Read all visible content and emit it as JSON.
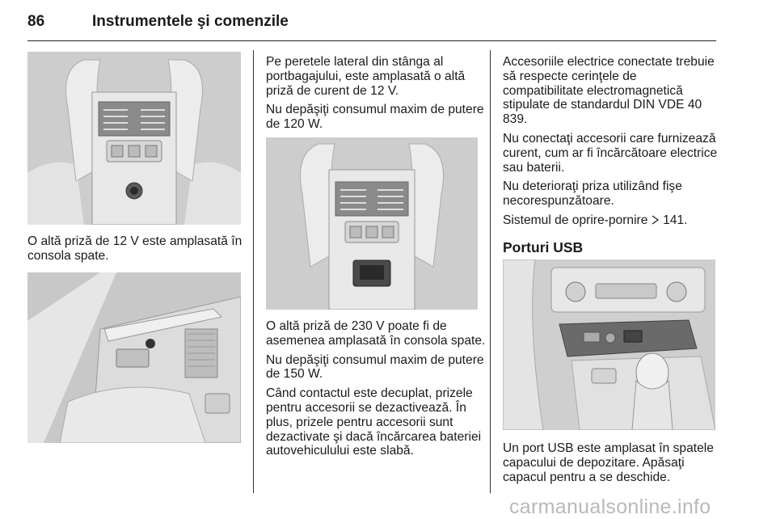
{
  "header": {
    "page_number": "86",
    "chapter_title": "Instrumentele şi comenzile"
  },
  "column1": {
    "caption1": "O altă priză de 12 V este amplasată în consola spate."
  },
  "column2": {
    "para1": "Pe peretele lateral din stânga al portbagajului, este amplasată o altă priză de curent de 12 V.",
    "para2": "Nu depăşiţi consumul maxim de putere de 120 W.",
    "para3": "O altă priză de 230 V poate fi de asemenea amplasată în consola spate.",
    "para4": "Nu depăşiţi consumul maxim de putere de 150 W.",
    "para5": "Când contactul este decuplat, prizele pentru accesorii se dezactivează. În plus, prizele pentru accesorii sunt dezactivate şi dacă încărcarea bateriei autovehiculului este slabă."
  },
  "column3": {
    "para1": "Accesoriile electrice conectate trebuie să respecte cerinţele de compatibilitate electromagnetică stipulate de standardul DIN VDE 40 839.",
    "para2": "Nu conectaţi accesorii care furnizează curent, cum ar fi încărcătoare electrice sau baterii.",
    "para3": "Nu deterioraţi priza utilizând fişe necorespunzătoare.",
    "para4_text": "Sistemul de oprire-pornire",
    "para4_ref": "141.",
    "heading": "Porturi USB",
    "para5": "Un port USB este amplasat în spatele capacului de depozitare. Apăsaţi capacul pentru a se deschide."
  },
  "watermark": "carmanualsonline.info",
  "icons": {
    "arrow": "reference-arrow-icon"
  }
}
